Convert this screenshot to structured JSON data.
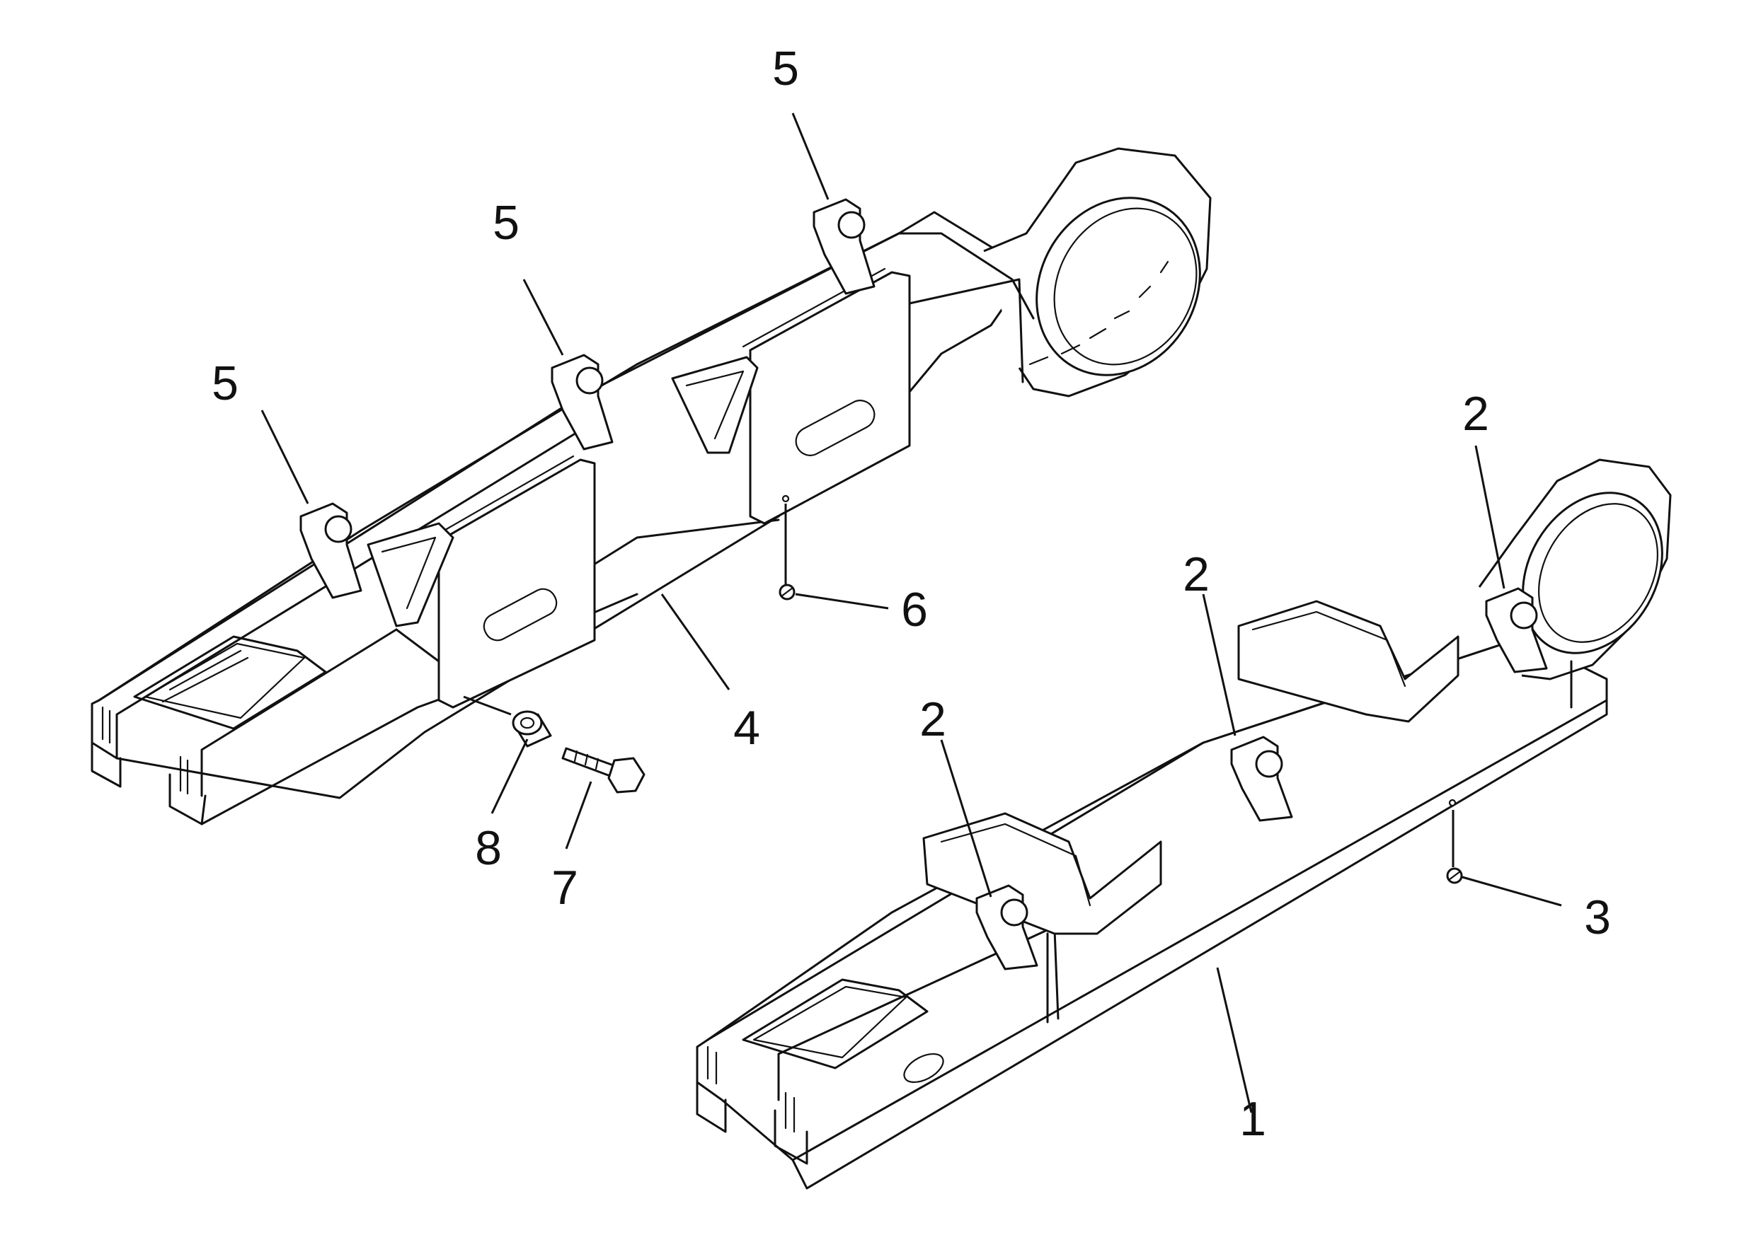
{
  "figure": {
    "callouts": [
      {
        "id": "c1",
        "label": "1"
      },
      {
        "id": "c2a",
        "label": "2"
      },
      {
        "id": "c2b",
        "label": "2"
      },
      {
        "id": "c2c",
        "label": "2"
      },
      {
        "id": "c3",
        "label": "3"
      },
      {
        "id": "c4",
        "label": "4"
      },
      {
        "id": "c5a",
        "label": "5"
      },
      {
        "id": "c5b",
        "label": "5"
      },
      {
        "id": "c5c",
        "label": "5"
      },
      {
        "id": "c6",
        "label": "6"
      },
      {
        "id": "c7",
        "label": "7"
      },
      {
        "id": "c8",
        "label": "8"
      }
    ]
  }
}
